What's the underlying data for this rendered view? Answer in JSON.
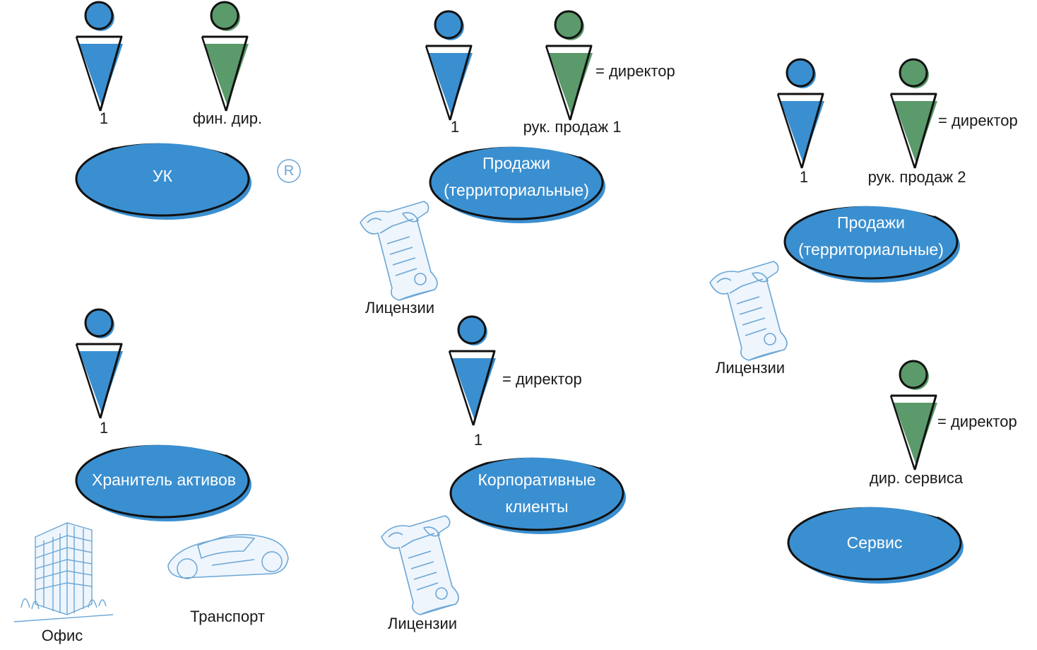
{
  "colors": {
    "blue": "#3a8fd0",
    "green": "#5b9a6a",
    "outline": "#111111",
    "sketch": "#6ba6d6"
  },
  "units": {
    "uk": {
      "title": "УК"
    },
    "sales1": {
      "line1": "Продажи",
      "line2": "(территориальные)"
    },
    "sales2": {
      "line1": "Продажи",
      "line2": "(территориальные)"
    },
    "assets": {
      "title": "Хранитель активов"
    },
    "corporate": {
      "line1": "Корпоративные",
      "line2": "клиенты"
    },
    "service": {
      "title": "Сервис"
    }
  },
  "people": {
    "uk_count": "1",
    "uk_fin_director": "фин. дир.",
    "sales1_count": "1",
    "sales1_head": "рук. продаж 1",
    "sales1_director": "= директор",
    "sales2_count": "1",
    "sales2_head": "рук. продаж 2",
    "sales2_director": "= директор",
    "assets_count": "1",
    "corporate_count": "1",
    "corporate_director": "= директор",
    "service_head": "дир. сервиса",
    "service_director": "= директор"
  },
  "assets": {
    "license1": "Лицензии",
    "license2": "Лицензии",
    "license3": "Лицензии",
    "office": "Офис",
    "transport": "Транспорт"
  },
  "registered_mark": "R"
}
